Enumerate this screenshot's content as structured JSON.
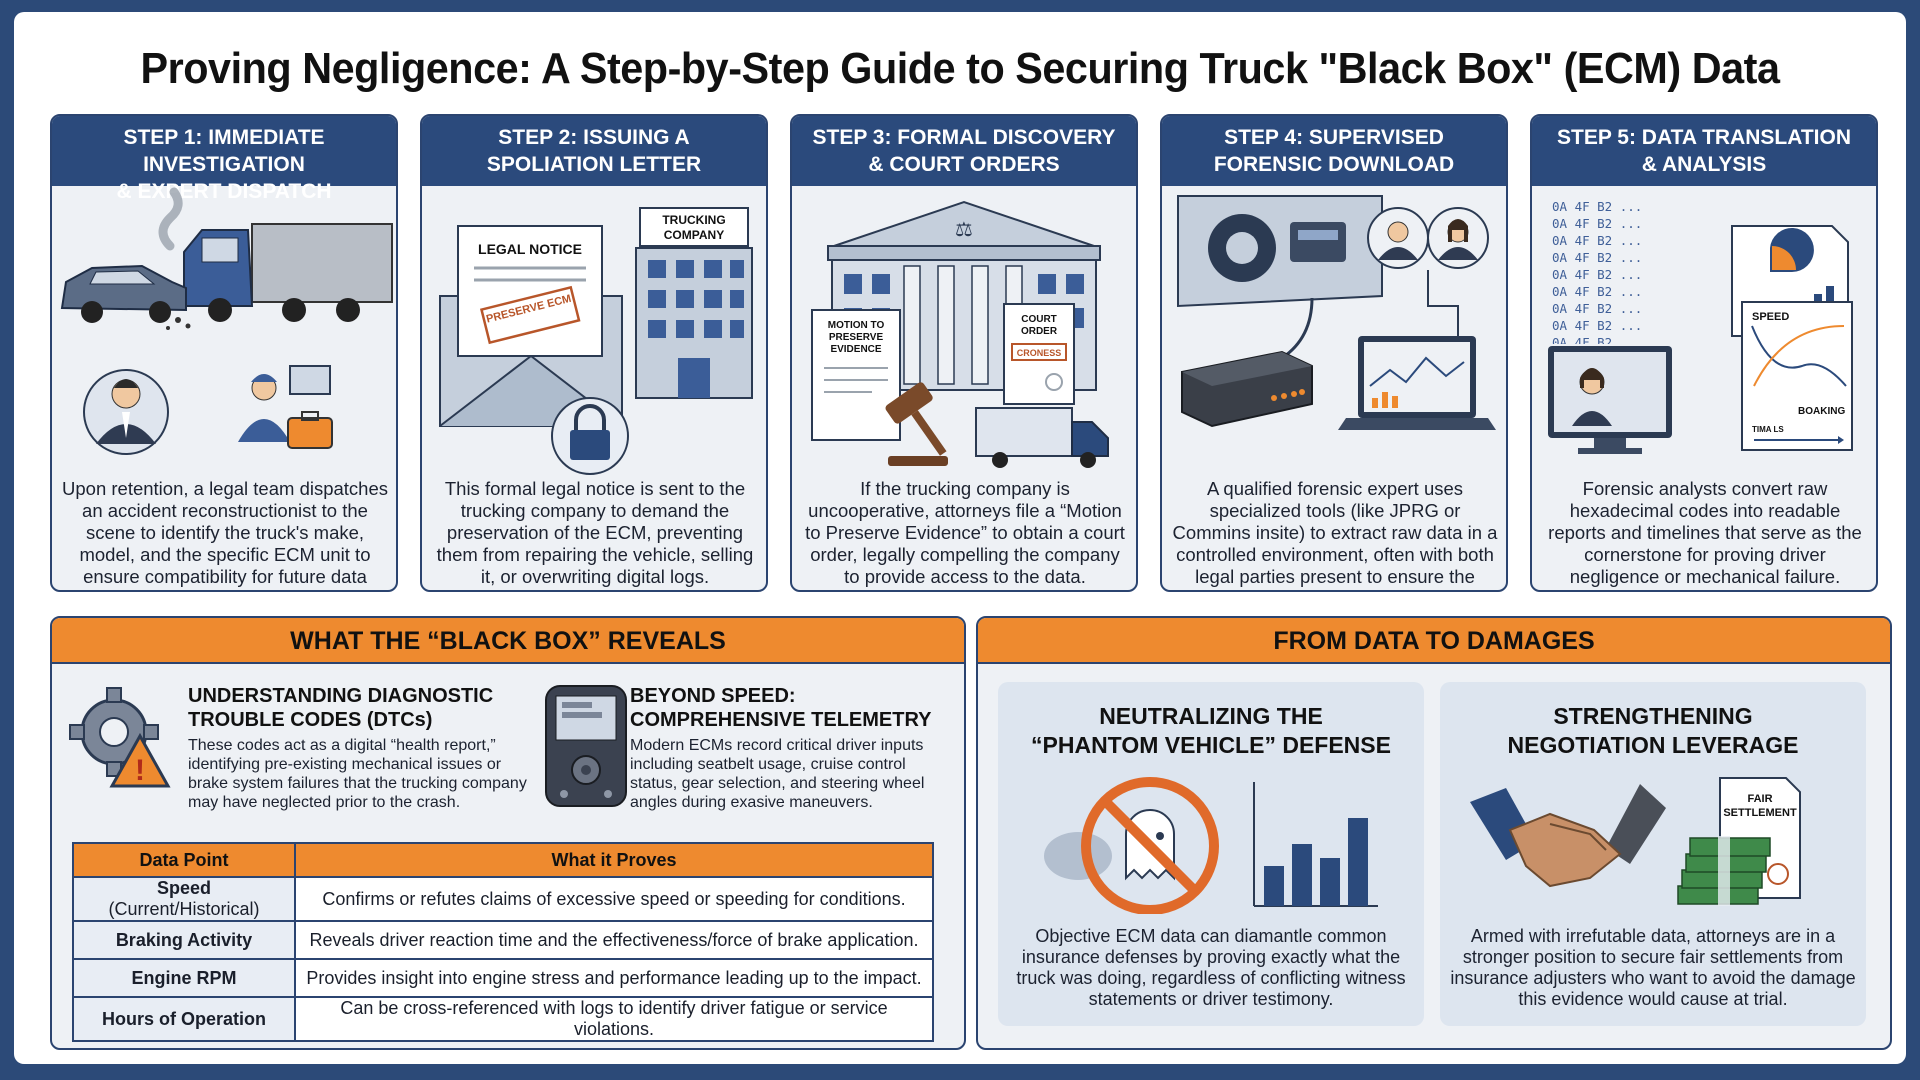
{
  "title": "Proving Negligence: A Step-by-Step Guide to Securing Truck \"Black Box\" (ECM) Data",
  "steps": [
    {
      "head_line1": "STEP 1: IMMEDIATE INVESTIGATION",
      "head_line2": "& EXPERT DISPATCH",
      "text": "Upon retention, a legal team dispatches an accident reconstructionist to the scene to identify the truck's make, model, and the specific ECM unit to ensure compatibility for future data retrieval."
    },
    {
      "head_line1": "STEP 2: ISSUING A",
      "head_line2": "SPOLIATION LETTER",
      "text": "This formal legal notice is sent to the trucking company to demand the preservation of the ECM, preventing them from repairing the vehicle, selling it, or overwriting digital logs.",
      "illus": {
        "letter_label": "LEGAL NOTICE",
        "stamp": "PRESERVE ECM",
        "building_label": "TRUCKING COMPANY"
      }
    },
    {
      "head_line1": "STEP 3: FORMAL DISCOVERY",
      "head_line2": "& COURT ORDERS",
      "text": "If the trucking company is uncooperative, attorneys file a “Motion to Preserve Evidence” to obtain a court order, legally compelling the company to provide access to the data.",
      "illus": {
        "motion_label": "MOTION TO PRESERVE EVIDENCE",
        "order_label": "COURT ORDER",
        "order_stamp": "CRONESS"
      }
    },
    {
      "head_line1": "STEP 4: SUPERVISED",
      "head_line2": "FORENSIC DOWNLOAD",
      "text": "A qualified forensic expert uses specialized tools (like JPRG or Commins insite) to extract raw data in a controlled environment, often with both legal parties present to ensure the data's integrity."
    },
    {
      "head_line1": "STEP 5: DATA TRANSLATION",
      "head_line2": "& ANALYSIS",
      "text": "Forensic analysts convert raw hexadecimal codes into readable reports and timelines that serve as the cornerstone for proving driver negligence or mechanical failure.",
      "illus": {
        "hex_line": "0A 4F B2 ...",
        "speed_label": "SPEED",
        "braking_label": "BOAKING",
        "time_label": "TIMA LS"
      }
    }
  ],
  "reveals": {
    "head": "WHAT THE “BLACK BOX” REVEALS",
    "dtc_title_1": "UNDERSTANDING DIAGNOSTIC",
    "dtc_title_2": "TROUBLE CODES (DTCs)",
    "dtc_text": "These codes act as a digital “health report,” identifying pre-existing mechanical issues or brake system failures that the trucking company may have neglected prior to the crash.",
    "tele_title_1": "BEYOND SPEED:",
    "tele_title_2": "COMPREHENSIVE TELEMETRY",
    "tele_text": "Modern ECMs record critical driver inputs including seatbelt usage, cruise control status, gear selection, and steering wheel angles during exasive maneuvers.",
    "table": {
      "col1": "Data Point",
      "col2": "What it Proves",
      "rows": [
        {
          "key": "Speed",
          "key_suffix": " (Current/Historical)",
          "value": "Confirms or refutes claims of excessive speed or speeding for conditions."
        },
        {
          "key": "Braking Activity",
          "key_suffix": "",
          "value": "Reveals driver reaction time and the effectiveness/force of brake application."
        },
        {
          "key": "Engine RPM",
          "key_suffix": "",
          "value": "Provides insight into engine stress and performance leading up to the impact."
        },
        {
          "key": "Hours of Operation",
          "key_suffix": "",
          "value": "Can be cross-referenced with logs to identify driver fatigue or service violations."
        }
      ]
    }
  },
  "damages": {
    "head": "FROM DATA TO DAMAGES",
    "phantom_title_1": "NEUTRALIZING THE",
    "phantom_title_2": "“PHANTOM VEHICLE” DEFENSE",
    "phantom_text": "Objective ECM data can diamantle common insurance defenses by proving exactly what the truck was doing, regardless of conflicting witness statements or driver testimony.",
    "leverage_title_1": "STRENGTHENING",
    "leverage_title_2": "NEGOTIATION LEVERAGE",
    "settlement_label": "FAIR SETTLEMENT",
    "leverage_text": "Armed with irrefutable data, attorneys are in a stronger position to secure fair settlements from insurance adjusters who want to avoid the damage this evidence would cause at trial."
  },
  "colors": {
    "navy": "#2b4a7c",
    "orange": "#ee8a2f",
    "panel_bg": "#eef1f5"
  }
}
